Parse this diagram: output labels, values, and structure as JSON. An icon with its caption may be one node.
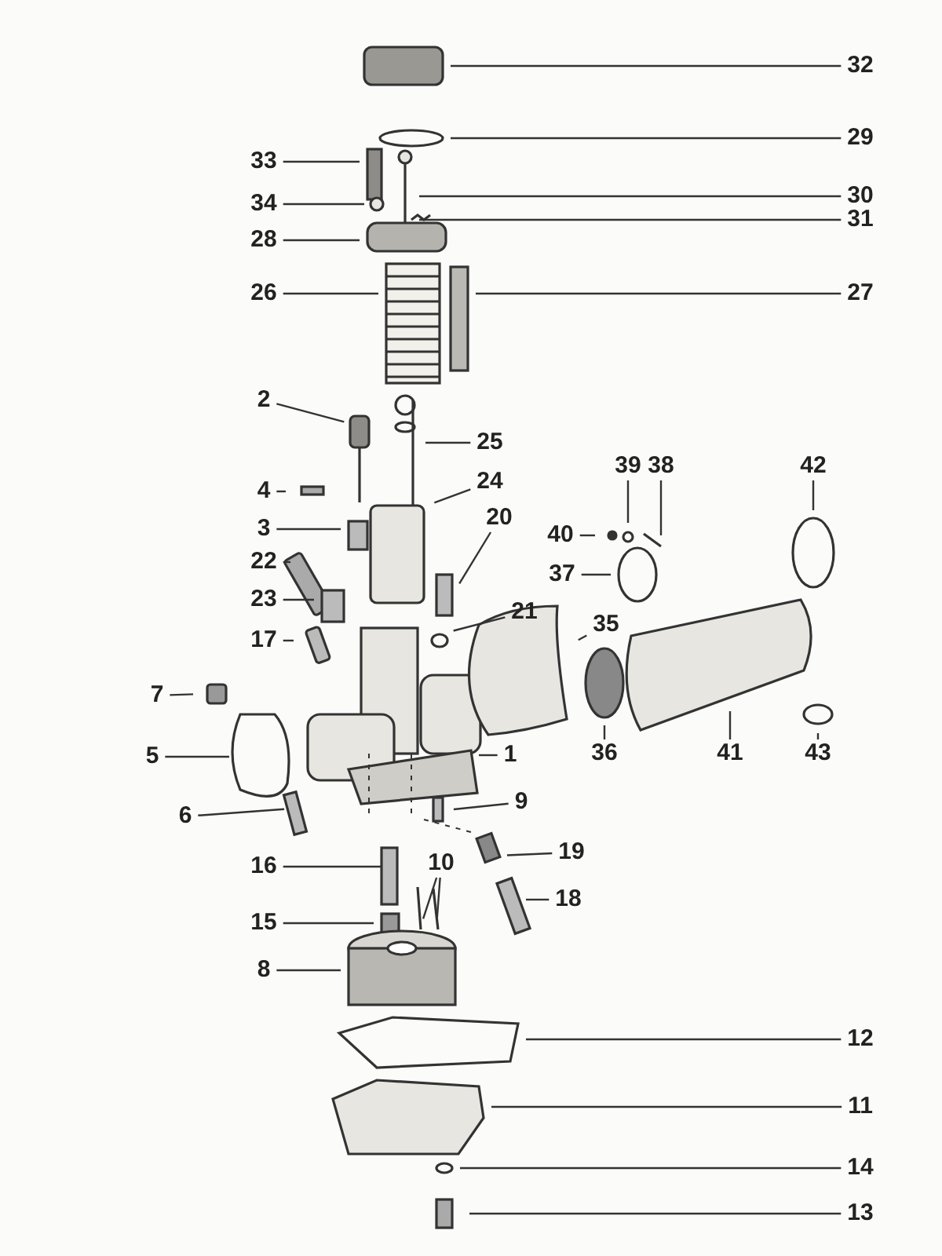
{
  "diagram": {
    "nodes": [
      {
        "text": [
          "32"
        ]
      },
      {
        "text": [
          "29"
        ]
      },
      {
        "text": [
          "33"
        ]
      },
      {
        "text": [
          "30"
        ]
      },
      {
        "text": [
          "34"
        ]
      },
      {
        "text": [
          "31"
        ]
      },
      {
        "text": [
          "28"
        ]
      },
      {
        "text": [
          "26"
        ]
      },
      {
        "text": [
          "27"
        ]
      },
      {
        "text": [
          "2"
        ]
      },
      {
        "text": [
          "25"
        ]
      },
      {
        "text": [
          "39"
        ]
      },
      {
        "text": [
          "38"
        ]
      },
      {
        "text": [
          "42"
        ]
      },
      {
        "text": [
          "24"
        ]
      },
      {
        "text": [
          "4"
        ]
      },
      {
        "text": [
          "20"
        ]
      },
      {
        "text": [
          "3"
        ]
      },
      {
        "text": [
          "40"
        ]
      },
      {
        "text": [
          "22"
        ]
      },
      {
        "text": [
          "21"
        ]
      },
      {
        "text": [
          "37"
        ]
      },
      {
        "text": [
          "23"
        ]
      },
      {
        "text": [
          "35"
        ]
      },
      {
        "text": [
          "17"
        ]
      },
      {
        "text": [
          "7"
        ]
      },
      {
        "text": [
          "36"
        ]
      },
      {
        "text": [
          "41"
        ]
      },
      {
        "text": [
          "43"
        ]
      },
      {
        "text": [
          "1"
        ]
      },
      {
        "text": [
          "5"
        ]
      },
      {
        "text": [
          "6"
        ]
      },
      {
        "text": [
          "9"
        ]
      },
      {
        "text": [
          "19"
        ]
      },
      {
        "text": [
          "10"
        ]
      },
      {
        "text": [
          "16"
        ]
      },
      {
        "text": [
          "18"
        ]
      },
      {
        "text": [
          "15"
        ]
      },
      {
        "text": [
          "8"
        ]
      },
      {
        "text": [
          "12"
        ]
      },
      {
        "text": [
          "11"
        ]
      },
      {
        "text": [
          "14"
        ]
      },
      {
        "text": [
          "13"
        ]
      }
    ],
    "edges": [
      {
        "from": 0,
        "to": null,
        "arrow": "none"
      },
      {
        "from": 1,
        "to": null,
        "arrow": "none"
      },
      {
        "from": 2,
        "to": null,
        "arrow": "none"
      },
      {
        "from": 3,
        "to": null,
        "arrow": "none"
      },
      {
        "from": 4,
        "to": null,
        "arrow": "none"
      },
      {
        "from": 5,
        "to": null,
        "arrow": "none"
      },
      {
        "from": 6,
        "to": null,
        "arrow": "none"
      },
      {
        "from": 7,
        "to": null,
        "arrow": "none"
      },
      {
        "from": 8,
        "to": null,
        "arrow": "none"
      },
      {
        "from": 9,
        "to": null,
        "arrow": "none"
      },
      {
        "from": 10,
        "to": null,
        "arrow": "none"
      },
      {
        "from": 11,
        "to": null,
        "arrow": "none"
      },
      {
        "from": 12,
        "to": null,
        "arrow": "none"
      },
      {
        "from": 13,
        "to": null,
        "arrow": "none"
      },
      {
        "from": 14,
        "to": null,
        "arrow": "none"
      },
      {
        "from": 15,
        "to": null,
        "arrow": "none"
      },
      {
        "from": 16,
        "to": null,
        "arrow": "none"
      },
      {
        "from": 17,
        "to": null,
        "arrow": "none"
      },
      {
        "from": 18,
        "to": null,
        "arrow": "none"
      },
      {
        "from": 19,
        "to": null,
        "arrow": "none"
      },
      {
        "from": 20,
        "to": null,
        "arrow": "none"
      },
      {
        "from": 21,
        "to": null,
        "arrow": "none"
      },
      {
        "from": 22,
        "to": null,
        "arrow": "none"
      },
      {
        "from": 23,
        "to": null,
        "arrow": "none"
      },
      {
        "from": 24,
        "to": null,
        "arrow": "none"
      },
      {
        "from": 25,
        "to": null,
        "arrow": "none"
      },
      {
        "from": 26,
        "to": null,
        "arrow": "none"
      },
      {
        "from": 27,
        "to": null,
        "arrow": "none"
      },
      {
        "from": 28,
        "to": null,
        "arrow": "none"
      },
      {
        "from": 29,
        "to": null,
        "arrow": "none"
      },
      {
        "from": 30,
        "to": null,
        "arrow": "none"
      },
      {
        "from": 31,
        "to": null,
        "arrow": "none"
      },
      {
        "from": 32,
        "to": null,
        "arrow": "none"
      },
      {
        "from": 33,
        "to": null,
        "arrow": "none"
      },
      {
        "from": 34,
        "to": null,
        "arrow": "none"
      },
      {
        "from": 34,
        "to": null,
        "arrow": "none"
      },
      {
        "from": 35,
        "to": null,
        "arrow": "none"
      },
      {
        "from": 36,
        "to": null,
        "arrow": "none"
      },
      {
        "from": 37,
        "to": null,
        "arrow": "none"
      },
      {
        "from": 38,
        "to": null,
        "arrow": "none"
      },
      {
        "from": 39,
        "to": null,
        "arrow": "none"
      },
      {
        "from": 40,
        "to": null,
        "arrow": "none"
      },
      {
        "from": 41,
        "to": null,
        "arrow": "none"
      },
      {
        "from": 42,
        "to": null,
        "arrow": "none"
      }
    ]
  }
}
